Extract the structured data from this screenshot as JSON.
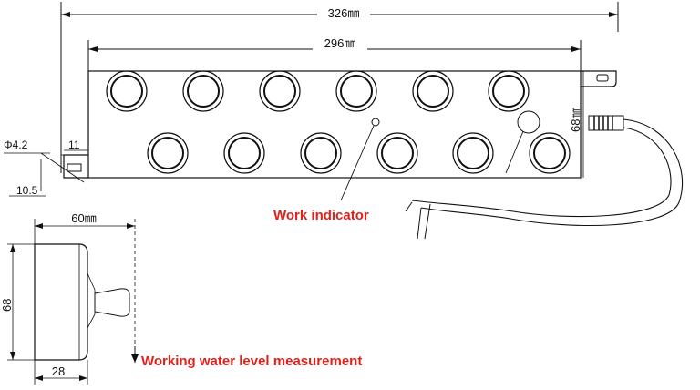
{
  "dimensions": {
    "overall_length": "326㎜",
    "body_length": "296㎜",
    "height_right": "68㎜",
    "hole_diameter": "Φ4.2",
    "tab_width": "11",
    "tab_height": "10.5",
    "side_width": "60㎜",
    "side_height": "68",
    "side_depth": "28"
  },
  "annotations": {
    "work_indicator": "Work indicator",
    "water_level": "Working water level measurement"
  },
  "colors": {
    "line": "#111111",
    "annotation": "#e0211b"
  }
}
